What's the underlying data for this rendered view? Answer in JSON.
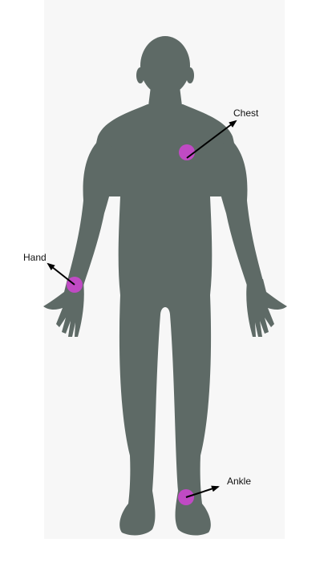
{
  "labels": {
    "chest": "Chest",
    "hand": "Hand",
    "ankle": "Ankle"
  },
  "colors": {
    "body": "#5e6a66",
    "marker": "#c04ac4",
    "arrow": "#000000",
    "panel": "#f7f7f7"
  }
}
